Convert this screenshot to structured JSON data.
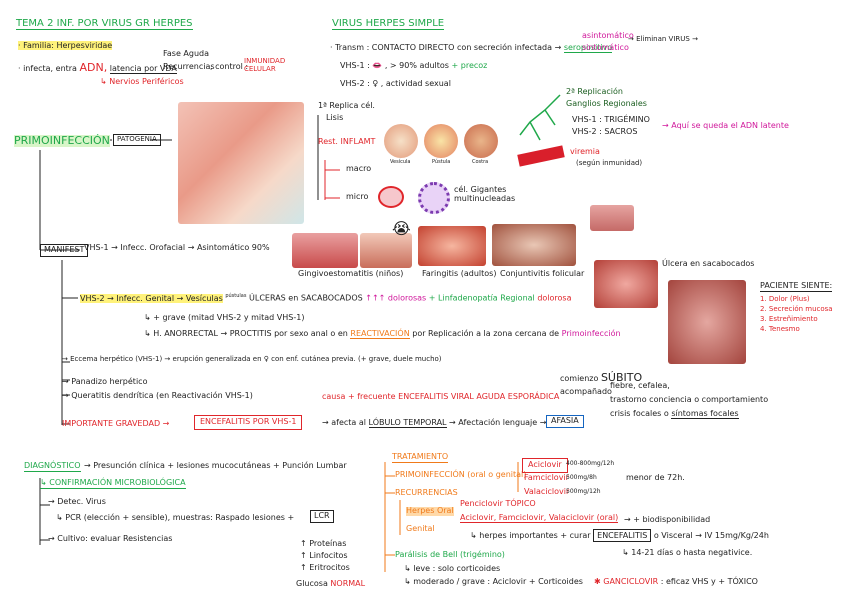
{
  "header": {
    "left_title": "TEMA 2 INF. POR VIRUS GR HERPES",
    "right_title": "VIRUS HERPES SIMPLE"
  },
  "intro": {
    "familia": "· Familia: Herpesviridae",
    "infecta": "· infecta, entra",
    "adn": "ADN,",
    "latencia": "latencia por VDA",
    "fase_aguda": "Fase Aguda",
    "recurrencias": "Recurrencias",
    "control": ", control :",
    "inmunidad": "INMUNIDAD CELULAR",
    "nervios": "Nervios Periféricos"
  },
  "transmision": {
    "label": "· Transm : CONTACTO DIRECTO con secreción infectada →",
    "seropositivo": "seropositivo",
    "asintomatico": "asintomático",
    "sintomatico": "sintomático",
    "eliminan": "→ Eliminan VIRUS →",
    "vhs1": "VHS-1 :",
    "vhs1_rest": ", > 90% adultos",
    "precoz": "+ precoz",
    "vhs2": "VHS-2 :",
    "vhs2_rest": ", actividad sexual"
  },
  "primo": {
    "label": "PRIMOINFECCIÓN",
    "patogenia": "PATOGENIA",
    "replica": "1ª Replica cél.",
    "lisis": "Lisis",
    "rest_inflam": "Rest. INFLAMT",
    "macro": "macro",
    "micro": "micro",
    "vesicula": "Vesícula",
    "pustula": "Pústula",
    "costra": "Costra",
    "cel_gigantes": "cél. Gigantes multinucleadas",
    "segunda_replica": "2ª Replicación",
    "ganglios": "Ganglios Regionales",
    "vhs1_trig": "VHS-1 : TRIGÉMINO",
    "vhs2_sacros": "VHS-2 : SACROS",
    "latente": "Aquí se queda el ADN latente",
    "viremia": "viremia",
    "viremia_sub": "(según inmunidad)"
  },
  "manifest": {
    "label": "MANIFEST",
    "vhs1_line": "VHS-1 → Infecc. Orofacial → Asintomático 90%",
    "ging": "Gingivoestomatitis (niños)",
    "faringitis": "Faringitis (adultos)",
    "conjunt": "Conjuntivitis folicular",
    "ulcera": "Úlcera en sacabocados",
    "paciente": "PACIENTE SIENTE:",
    "sintomas": [
      "1. Dolor (Plus)",
      "2. Secreción mucosa",
      "3. Estreñimiento",
      "4. Tenesmo"
    ],
    "vhs2_a": "VHS-2 → Infecc. Genital → Vesículas",
    "postulas": "pústulas",
    "ulceras": "ÚLCERAS en SACABOCADOS",
    "dolorosas": "↑↑↑ dolorosas",
    "linfa": "+ Linfadenopatía Regional",
    "dolorosa": "dolorosa",
    "grave": "↳ + grave (mitad VHS-2 y mitad VHS-1)",
    "anorrectal": "↳ H. ANORRECTAL → PROCTITIS por sexo anal o en",
    "reactivacion": "REACTIVACIÓN",
    "anorrectal_b": "por Replicación a la zona cercana de",
    "primoinf": "Primoinfección",
    "eccema": "→ Eccema herpético (VHS-1) → erupción generalizada en",
    "eccema_b": "con enf. cutánea previa. (+ grave, duele mucho)",
    "panadizo": "→ Panadizo herpético",
    "queratitis": "→ Queratitis dendrítica (en Reactivación VHS-1)",
    "importante": "IMPORTANTE GRAVEDAD →",
    "encefalitis": "ENCEFALITIS POR VHS-1",
    "afecta": "→ afecta al",
    "lobulo": "LÓBULO TEMPORAL",
    "afectacion": "→ Afectación lenguaje →",
    "afasia": "AFASIA",
    "causa": "causa + frecuente ENCEFALITIS VIRAL AGUDA ESPORÁDICA",
    "comienzo": "comienzo",
    "subito": "SÚBITO",
    "acompanado": "acompañado",
    "fiebre": "fiebre, cefalea,",
    "trastorno": "trastorno conciencia o comportamiento",
    "crisis": "crisis focales o",
    "sint_focales": "síntomas focales"
  },
  "diagnostico": {
    "label": "DIAGNÓSTICO",
    "clinica": "→ Presunción clínica + lesiones mucocutáneas + Punción Lumbar",
    "confirmacion": "CONFIRMACIÓN MICROBIOLÓGICA",
    "detec": "→ Detec. Virus",
    "pcr": "↳ PCR (elección + sensible), muestras: Raspado lesiones +",
    "lcr": "LCR",
    "cultivo": "→ Cultivo: evaluar Resistencias",
    "proteinas": "↑ Proteínas",
    "linfocitos": "↑ Linfocitos",
    "eritrocitos": "↑ Eritrocitos",
    "glucosa": "Glucosa",
    "normal": "NORMAL"
  },
  "tratamiento": {
    "label": "TRATAMIENTO",
    "primo": "PRIMOINFECCIÓN (oral o genital)",
    "aciclovir": "Aciclovir",
    "aciclovir_d": "400-800mg/12h",
    "famciclovir": "Famciclovir",
    "famciclovir_d": "500mg/8h",
    "valaciclovir": "Valaciclovir",
    "valaciclovir_d": "500mg/12h",
    "menor": "menor de 72h.",
    "recurrencias": "RECURRENCIAS",
    "herpes_oral": "Herpes Oral",
    "genital": "Genital",
    "penciclovir": "Penciclovir TÓPICO",
    "acic_oral": "Aciclovir, Famciclovir, Valaciclovir (oral)",
    "biodisp": "→ + biodisponibilidad",
    "herpes_imp": "↳ herpes importantes + curar",
    "encefalitis": "ENCEFALITIS",
    "visceral": "o Visceral → IV 15mg/Kg/24h",
    "dias": "↳ 14-21 días o hasta negativice.",
    "bell": "Parálisis de Bell (trigémino)",
    "leve": "↳ leve : solo corticoides",
    "moderado": "↳ moderado / grave : Aciclovir + Corticoides",
    "ganciclovir": "GANCICLOVIR",
    "ganciclovir_b": ": eficaz VHS y + TÓXICO"
  }
}
